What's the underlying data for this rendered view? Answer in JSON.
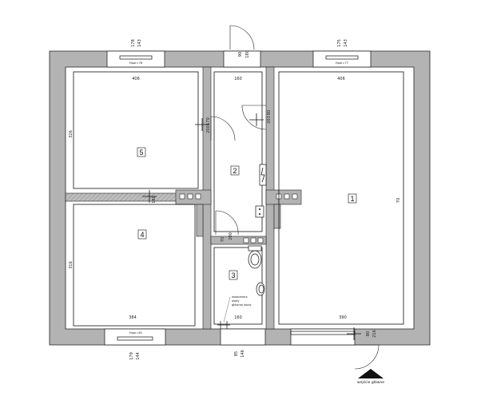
{
  "rooms": [
    {
      "number": "1"
    },
    {
      "number": "2"
    },
    {
      "number": "3"
    },
    {
      "number": "4"
    },
    {
      "number": "5"
    }
  ],
  "room_dims": {
    "r5_width": "406",
    "r5_height": "326",
    "r4_width": "384",
    "r4_height": "316",
    "r1_width_top": "406",
    "r1_width_bottom": "390",
    "r1_height": "70",
    "r2_width": "160",
    "r3_width": "160",
    "door_upper": "200",
    "door_upper2": "170",
    "door_right": "203",
    "door_right2": "80",
    "door_bath": "200",
    "door_bath2": "70",
    "wall_5_4": "180",
    "wall_1_right": "216",
    "wall_1_right2": "80"
  },
  "windows": {
    "top_left": {
      "dims": [
        "178",
        "143"
      ],
      "label": "Hpar=78"
    },
    "top_center": {
      "dims": [
        "90",
        "180"
      ]
    },
    "top_right": {
      "dims": [
        "175",
        "143"
      ],
      "label": "Hpar=77"
    },
    "bottom_left": {
      "dims": [
        "179",
        "144"
      ],
      "label": "Hpar=81"
    },
    "bottom_center": {
      "dims": [
        "85",
        "146"
      ]
    }
  },
  "annotations": {
    "water_note": [
      "wodomierz",
      "wody",
      "głównej wody"
    ],
    "entrance": "wejście główne"
  }
}
